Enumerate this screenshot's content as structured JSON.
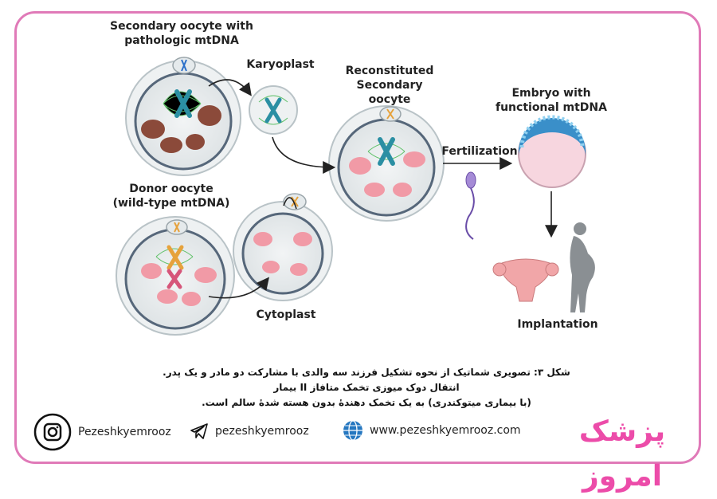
{
  "labels": {
    "secondary_oocyte": "Secondary oocyte with pathologic mtDNA",
    "karyoplast": "Karyoplast",
    "reconstituted": "Reconstituted Secondary oocyte",
    "embryo": "Embryo with functional mtDNA",
    "fertilization": "Fertilization",
    "donor": "Donor oocyte (wild-type mtDNA)",
    "cytoplast": "Cytoplast",
    "implantation": "Implantation"
  },
  "caption": {
    "line1": "شکل ۳: تصویری شماتیک از نحوه تشکیل فرزند سه والدی با مشارکت دو مادر و یک پدر. انتقال دوک میوزی تخمک متافاز II بیمار",
    "line2": "(با بیماری میتوکندری) به یک تخمک دهندهٔ بدون هسته شدهٔ سالم است."
  },
  "footer": {
    "instagram": "Pezeshkyemrooz",
    "telegram": "pezeshkyemrooz",
    "website": "www.pezeshkyemrooz.com",
    "brand": "پزشک امروز"
  },
  "icons": [
    "instagram-icon",
    "telegram-icon",
    "globe-icon"
  ],
  "colors": {
    "frame": "#e07ab8",
    "brand": "#ec4ca9",
    "mito_pathologic": "#8b4a3a",
    "mito_healthy": "#f19aa6",
    "chromosome": "#2b8fa3",
    "spindle": "#62c26b"
  }
}
